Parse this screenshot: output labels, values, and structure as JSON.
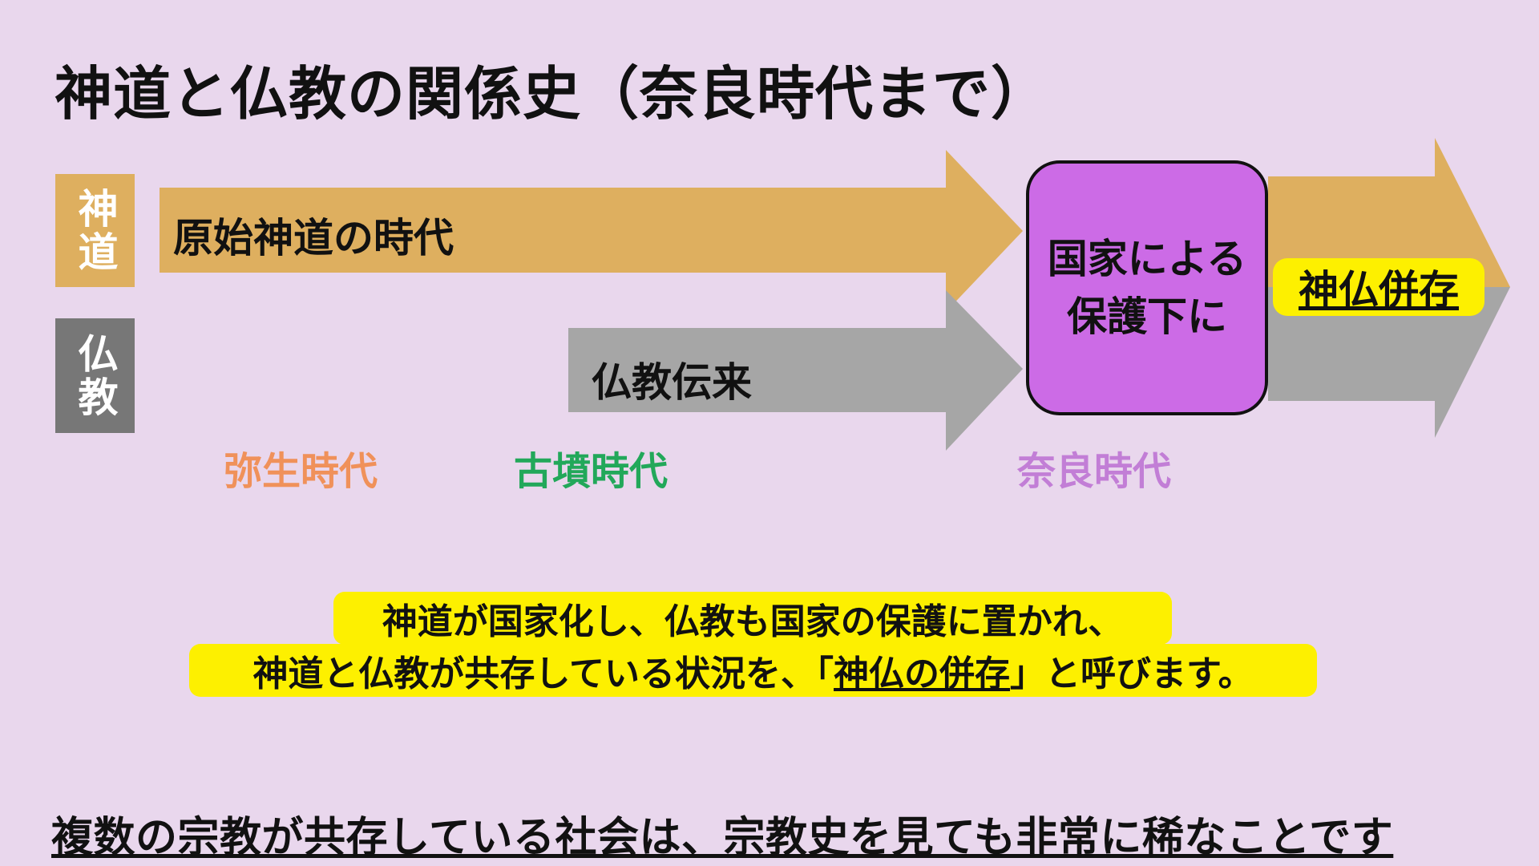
{
  "title": "神道と仏教の関係史（奈良時代まで）",
  "side_labels": {
    "shinto": "神道",
    "bukkyo": "仏教"
  },
  "arrows": {
    "shinto_text": "原始神道の時代",
    "bukkyo_text": "仏教伝来"
  },
  "nara_box": {
    "line1": "国家による",
    "line2": "保護下に"
  },
  "coexist_label": "神仏併存",
  "periods": {
    "yayoi": "弥生時代",
    "kofun": "古墳時代",
    "nara": "奈良時代"
  },
  "highlight": {
    "line1": "神道が国家化し、仏教も国家の保護に置かれ、",
    "line2_before": "神道と仏教が共存している状況を、「",
    "line2_term": "神仏の併存",
    "line2_after": "」と呼びます。"
  },
  "bottom_text": "複数の宗教が共存している社会は、宗教史を見ても非常に稀なことです",
  "colors": {
    "background": "#e9d7ed",
    "shinto": "#deaf5f",
    "bukkyo": "#a6a6a6",
    "bukkyo_label": "#777777",
    "nara_box": "#cc6be6",
    "highlight": "#fdf000",
    "yayoi": "#f0915a",
    "kofun": "#22a85a",
    "nara": "#c27ed6"
  }
}
